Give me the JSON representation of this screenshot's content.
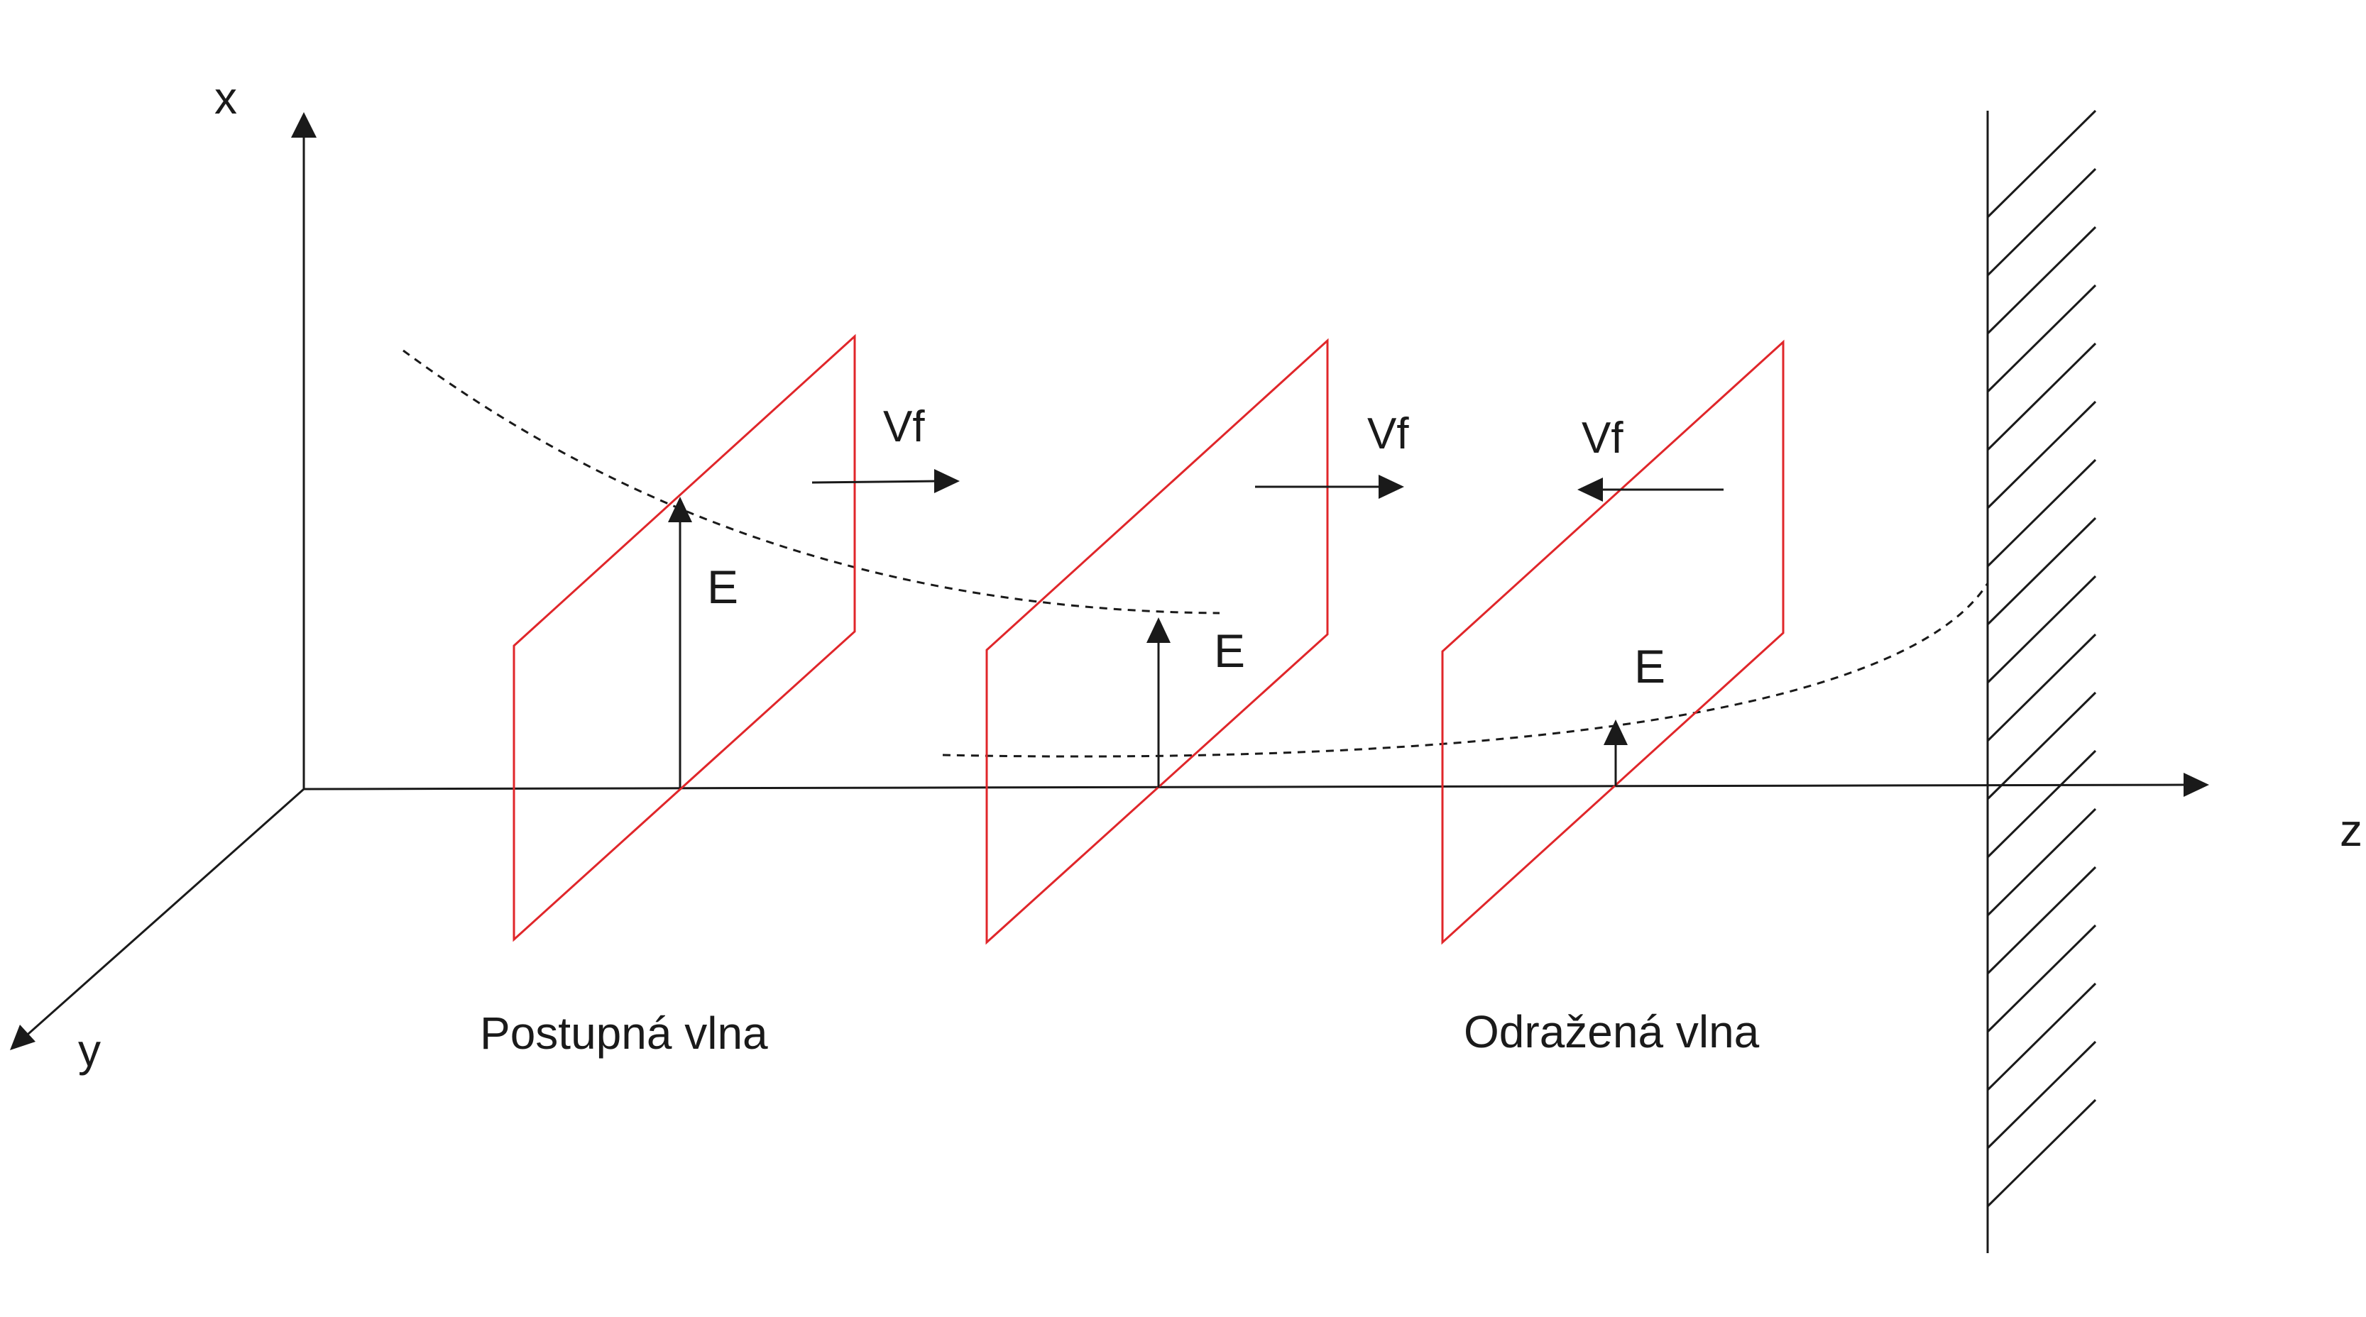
{
  "axes": {
    "x": "x",
    "y": "y",
    "z": "z"
  },
  "field_label": "E",
  "velocity_label": "Vf",
  "captions": {
    "incident": "Postupná vlna",
    "reflected": "Odražená vlna"
  },
  "colors": {
    "plane": "#e0262a",
    "ink": "#1a1a1a",
    "background": "#ffffff"
  }
}
